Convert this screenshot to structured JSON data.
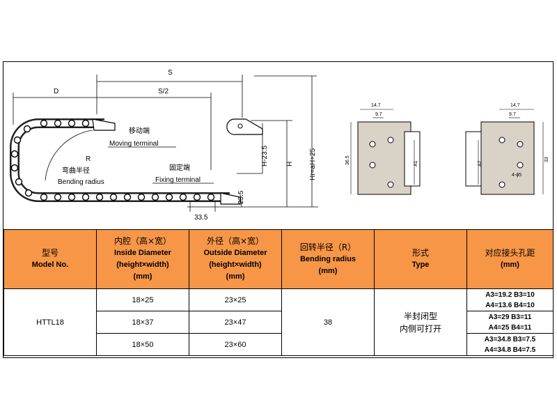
{
  "drawing": {
    "dim_s": "S",
    "dim_d": "D",
    "dim_s2": "S/2",
    "dim_r": "R",
    "dim_h235": "H-23.5",
    "dim_h": "H",
    "dim_hh25": "Hr=aH+25",
    "dim_235": "23.5",
    "dim_335": "33.5",
    "moving_zh": "移动端",
    "moving_en": "Moving terminal",
    "bending_zh": "弯曲半径",
    "bending_en": "Bending radius",
    "fixing_zh": "固定端",
    "fixing_en": "Fixing terminal",
    "d147_left": "14.7",
    "d97_left": "9.7",
    "d365": "36.5",
    "a1": "A1",
    "d147_right": "14.7",
    "d97_right": "9.7",
    "a2": "A2",
    "d4phi5": "4-ϕ5",
    "d33": "33"
  },
  "table": {
    "headers": [
      {
        "zh": "型号",
        "en1": "Model No.",
        "en2": "",
        "en3": ""
      },
      {
        "zh": "内腔（高×宽）",
        "en1": "Inside Diameter",
        "en2": "(height×width)",
        "en3": "(mm)"
      },
      {
        "zh": "外径（高×宽）",
        "en1": "Outside Diameter",
        "en2": "(height×width)",
        "en3": "(mm)"
      },
      {
        "zh": "回转半径（R）",
        "en1": "Bending radius",
        "en2": "(mm)",
        "en3": ""
      },
      {
        "zh": "形式",
        "en1": "Type",
        "en2": "",
        "en3": ""
      },
      {
        "zh": "对应接头孔距",
        "en1": "(mm)",
        "en2": "",
        "en3": ""
      }
    ],
    "model": "HTTL18",
    "radius": "38",
    "type_line1": "半封闭型",
    "type_line2": "内侧可打开",
    "rows": [
      {
        "inside": "18×25",
        "outside": "23×25",
        "hole1": "A3=19.2 B3=10",
        "hole2": "A4=13.6 B4=10"
      },
      {
        "inside": "18×37",
        "outside": "23×47",
        "hole1": "A3=29 B3=11",
        "hole2": "A4=25 B4=11"
      },
      {
        "inside": "18×50",
        "outside": "23×60",
        "hole1": "A3=34.8 B3=7.5",
        "hole2": "A4=34.8 B4=7.5"
      }
    ]
  }
}
